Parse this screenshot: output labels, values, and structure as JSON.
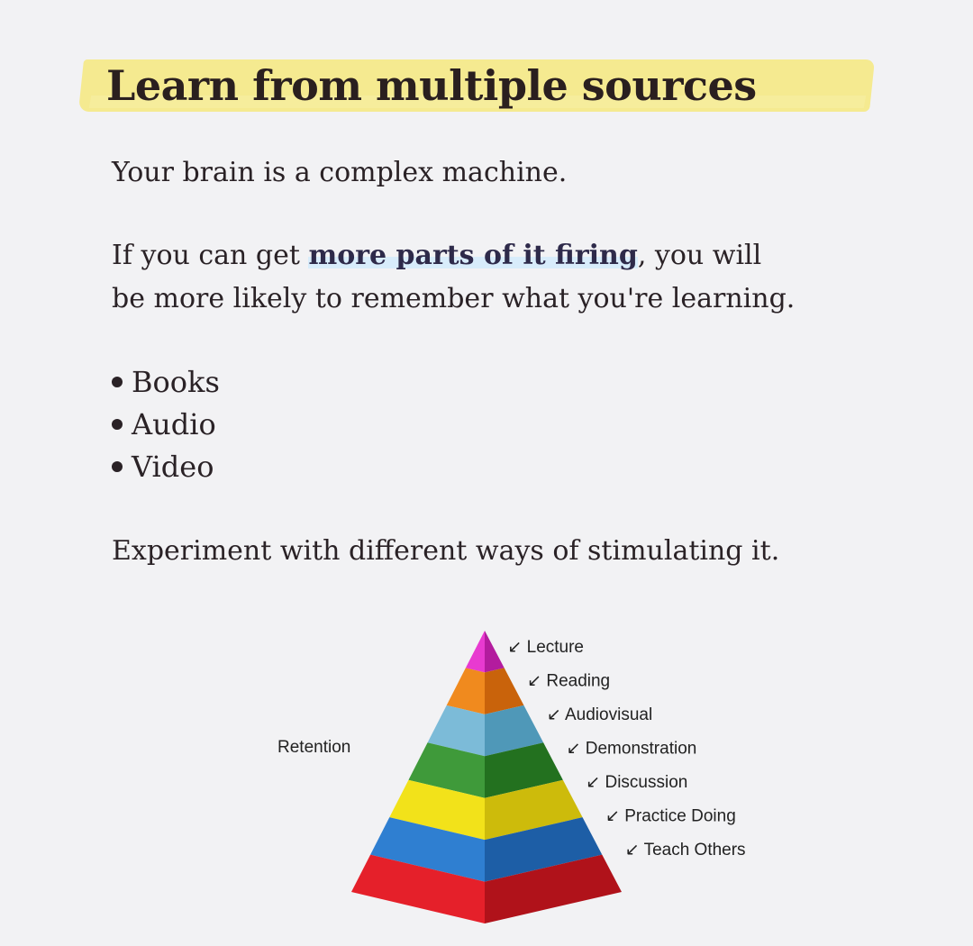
{
  "title": "Learn from multiple sources",
  "paragraph1": "Your brain is a complex machine.",
  "paragraph2": {
    "before": "If you can get ",
    "emphasis": "more parts of it firing",
    "after": ", you will",
    "line2": "be more likely to remember what you're learning."
  },
  "bullets": [
    "Books",
    "Audio",
    "Video"
  ],
  "paragraph3": "Experiment with different ways of stimulating it.",
  "pyramid": {
    "side_label": "Retention",
    "levels": [
      {
        "label": "Lecture",
        "color": "#e83ad0",
        "shade": "#b31c9e"
      },
      {
        "label": "Reading",
        "color": "#f08a1e",
        "shade": "#c9630b"
      },
      {
        "label": "Audiovisual",
        "color": "#7cbbd8",
        "shade": "#4f98b8"
      },
      {
        "label": "Demonstration",
        "color": "#3f9a3a",
        "shade": "#23711f"
      },
      {
        "label": "Discussion",
        "color": "#f2e21a",
        "shade": "#cdbb0b"
      },
      {
        "label": "Practice Doing",
        "color": "#2f7fd1",
        "shade": "#1d5ea6"
      },
      {
        "label": "Teach Others",
        "color": "#e5202a",
        "shade": "#b0121a"
      }
    ],
    "arrow_glyph": "↙"
  }
}
